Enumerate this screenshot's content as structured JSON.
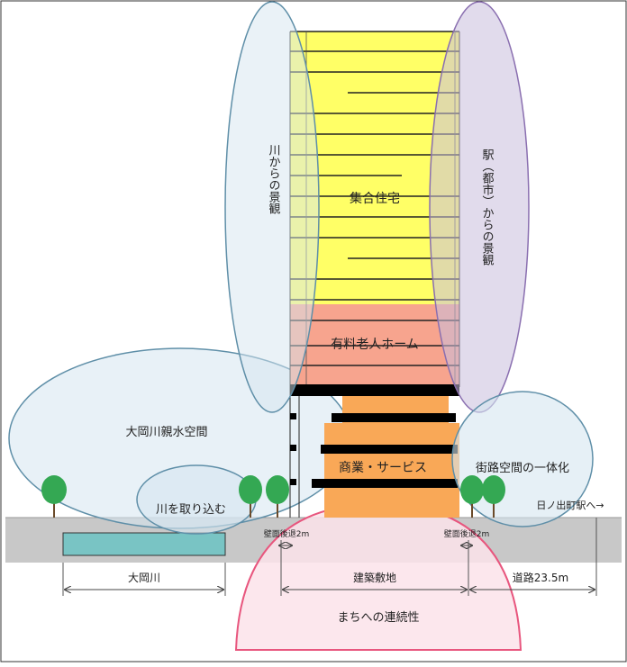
{
  "labels": {
    "view_from_river": "川からの景観",
    "view_from_station": "駅（都市）からの景観",
    "housing": "集合住宅",
    "nursing_home": "有料老人ホーム",
    "commerce": "商業・サービス",
    "waterfront_space": "大岡川親水空間",
    "take_in_river": "川を取り込む",
    "street_integration": "街路空間の一体化",
    "hinode_station": "日ノ出町駅へ→",
    "setback_left": "壁面後退2m",
    "setback_right": "壁面後退2m",
    "river": "大岡川",
    "site": "建築敷地",
    "road": "道路23.5m",
    "town_continuity": "まちへの連続性"
  },
  "colors": {
    "housing": "#ffff66",
    "nursing_home": "#f7a48e",
    "commerce": "#f9a857",
    "band": "#000000",
    "bubble_blue": "#d6e6f0",
    "bubble_blue_stroke": "#5f8fa8",
    "bubble_purple": "#c9bedc",
    "bubble_purple_stroke": "#8a6fb0",
    "bubble_pink": "#fbe3ea",
    "bubble_pink_stroke": "#e8567e",
    "ground": "#c8c8c8",
    "river": "#79c4c4",
    "tree": "#34a853"
  },
  "icons": [
    "tree-icon"
  ]
}
